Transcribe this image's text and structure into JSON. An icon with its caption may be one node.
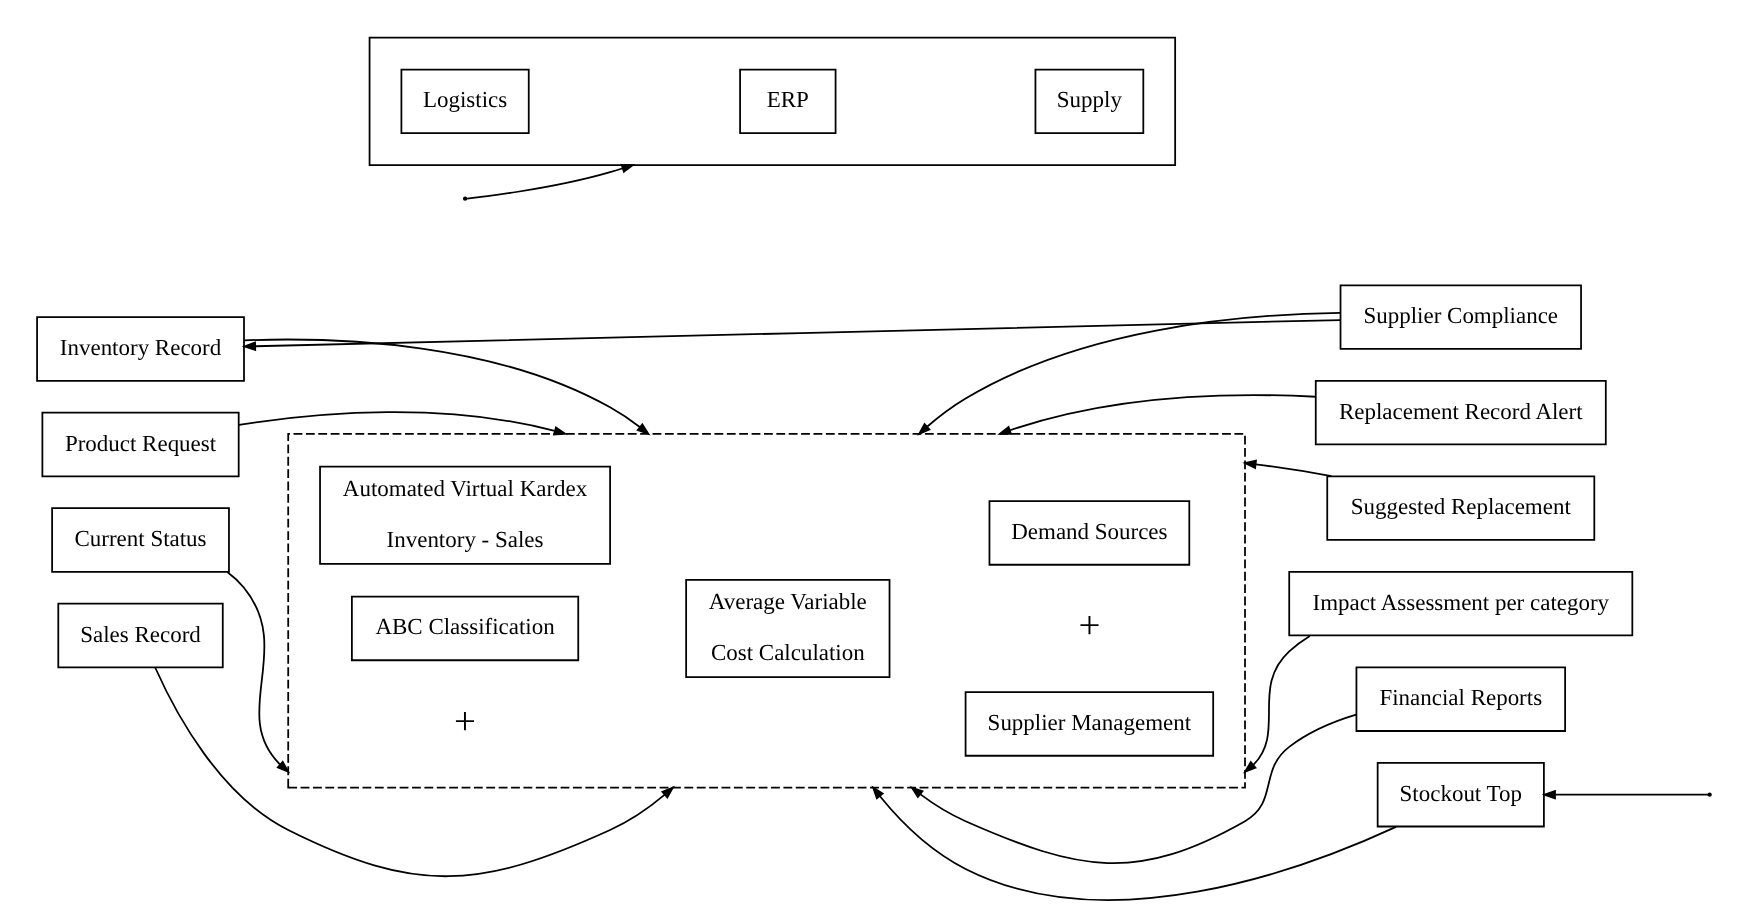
{
  "diagram": {
    "nodes": [
      {
        "text": [
          "Inventory Record"
        ]
      },
      {
        "text": [
          "Product Request"
        ]
      },
      {
        "text": [
          "Current Status"
        ]
      },
      {
        "text": [
          "Sales Record"
        ]
      },
      {
        "text": [],
        "shape": "box"
      },
      {
        "text": [
          "Automated Virtual Kardex",
          "Inventory - Sales"
        ],
        "in": 4
      },
      {
        "text": [
          "ABC Classification"
        ],
        "in": 4
      },
      {
        "text": [
          "Average Variable",
          "Cost Calculation"
        ],
        "in": 4
      },
      {
        "text": [
          "Demand Sources"
        ],
        "in": 4
      },
      {
        "text": [
          "Supplier Management"
        ],
        "in": 4
      },
      {
        "text": [
          "Supplier Compliance"
        ]
      },
      {
        "text": [
          "Replacement Record Alert"
        ]
      },
      {
        "text": [
          "Suggested Replacement"
        ]
      },
      {
        "text": [
          "Impact Assessment per category"
        ]
      },
      {
        "text": [
          "Financial Reports"
        ]
      },
      {
        "text": [
          "Stockout Top"
        ]
      },
      {
        "text": [],
        "shape": "box"
      },
      {
        "text": [
          "Logistics"
        ],
        "in": 16
      },
      {
        "text": [
          "ERP"
        ],
        "in": 16
      },
      {
        "text": [
          "Supply"
        ],
        "in": 16
      }
    ],
    "edges": [
      {
        "from": 0,
        "to": 4,
        "arrow": "to"
      },
      {
        "from": 1,
        "to": 4,
        "arrow": "to"
      },
      {
        "from": 2,
        "to": 4,
        "arrow": "to"
      },
      {
        "from": 3,
        "to": 4,
        "arrow": "to"
      },
      {
        "from": 10,
        "to": 0,
        "arrow": "to"
      },
      {
        "from": 10,
        "to": 4,
        "arrow": "to"
      },
      {
        "from": 11,
        "to": 4,
        "arrow": "to"
      },
      {
        "from": 12,
        "to": 4,
        "arrow": "to"
      },
      {
        "from": 13,
        "to": 4,
        "arrow": "to"
      },
      {
        "from": 14,
        "to": 4,
        "arrow": "to"
      },
      {
        "from": 15,
        "to": 4,
        "arrow": "to"
      },
      {
        "from": null,
        "to": 16,
        "arrow": "to"
      },
      {
        "from": null,
        "to": 15,
        "arrow": "to"
      }
    ],
    "labels": [
      "+",
      "+"
    ]
  }
}
